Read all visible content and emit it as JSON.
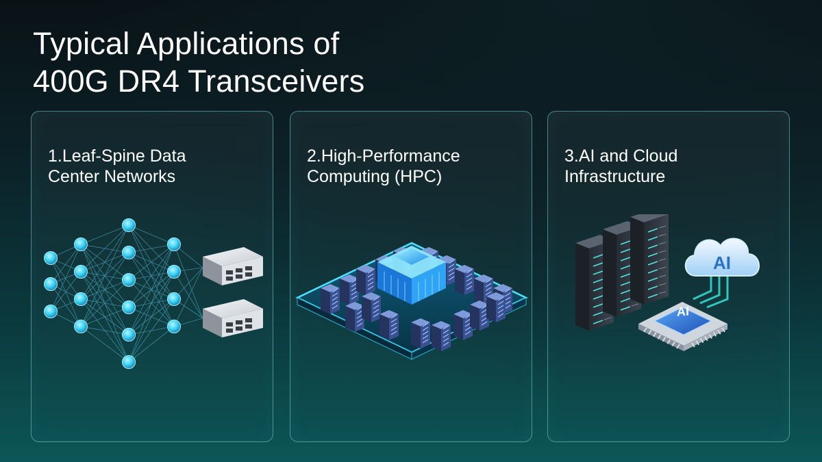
{
  "title": {
    "line1": "Typical Applications of",
    "line2": "400G DR4 Transceivers"
  },
  "cards": [
    {
      "line1": "1.Leaf-Spine Data",
      "line2": "Center Networks",
      "icon": "neural-network-switches-icon"
    },
    {
      "line1": "2.High-Performance",
      "line2": "Computing (HPC)",
      "icon": "server-cluster-chip-icon"
    },
    {
      "line1": "3.AI and Cloud",
      "line2": "Infrastructure",
      "icon": "server-rack-ai-cloud-icon"
    }
  ],
  "illustrations": {
    "cloud_label": "AI",
    "chip_label": "AI"
  },
  "colors": {
    "card_border": "#78d2d7",
    "node": "#3fd4f5",
    "accent": "#2aa8f0"
  }
}
